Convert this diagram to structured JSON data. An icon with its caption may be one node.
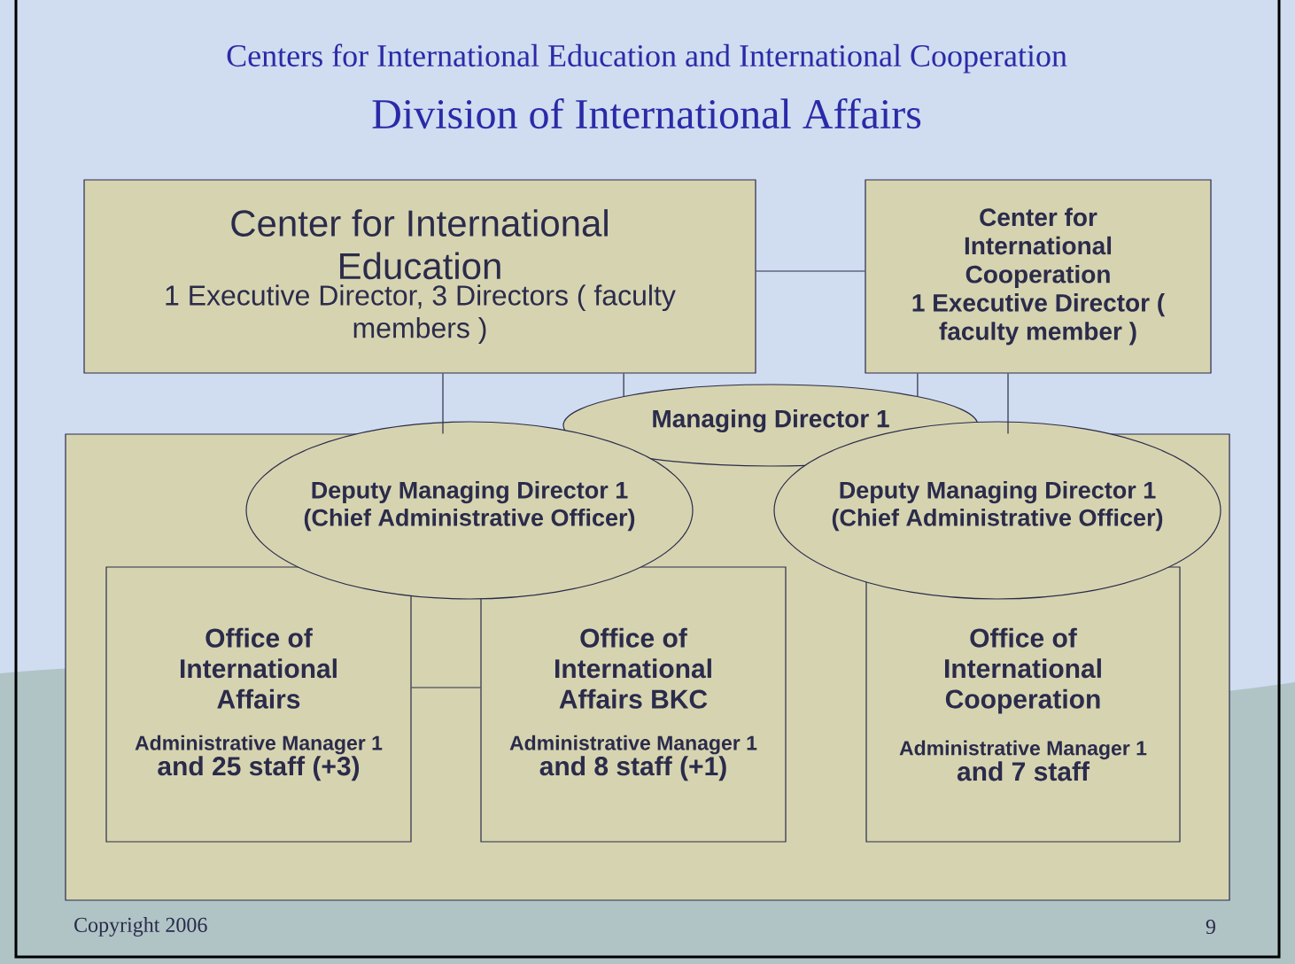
{
  "diagram": {
    "title": "Division of International Affairs",
    "nodes": [
      {
        "text": [
          "Center for International Education",
          "1 Executive Director, 3 Directors ( faculty members )"
        ]
      },
      {
        "text": [
          "Center for International Cooperation",
          "1 Executive Director ( faculty member )"
        ]
      },
      {
        "text": [],
        "shape": "box"
      },
      {
        "text": [
          "Managing Director 1"
        ]
      },
      {
        "text": [
          "Deputy Managing Director 1 (Chief Administrative Officer)"
        ]
      },
      {
        "text": [
          "Deputy Managing Director 1 (Chief Administrative Officer)"
        ]
      },
      {
        "text": [
          "Office of International Affairs",
          "Administrative Manager 1",
          "and 25 staff (+3)"
        ],
        "in": 2
      },
      {
        "text": [
          "Office of International Affairs BKC",
          "Administrative Manager 1",
          "and 8 staff (+1)"
        ],
        "in": 2
      },
      {
        "text": [
          "Office of International Cooperation",
          "Administrative Manager 1",
          "and 7 staff"
        ],
        "in": 2
      }
    ],
    "edges": [
      {
        "from": 0,
        "to": 1,
        "arrow": "none"
      },
      {
        "from": 0,
        "to": 2,
        "arrow": "none"
      },
      {
        "from": 0,
        "to": 3,
        "arrow": "none"
      },
      {
        "from": 1,
        "to": 3,
        "arrow": "none"
      },
      {
        "from": 1,
        "to": 2,
        "arrow": "none"
      },
      {
        "from": 6,
        "to": 7,
        "arrow": "none"
      }
    ],
    "labels": [
      "Centers for International Education and International Cooperation",
      "Copyright 2006",
      "9"
    ]
  }
}
